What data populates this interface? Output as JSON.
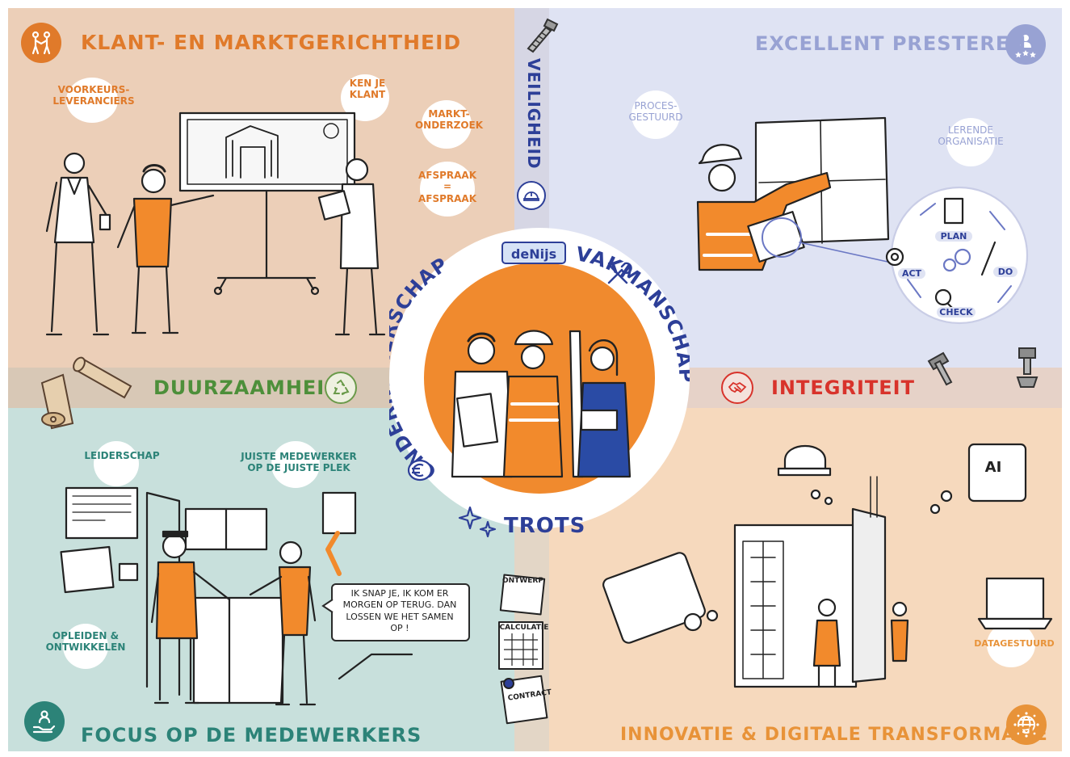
{
  "sections": {
    "klant": {
      "title": "KLANT- EN MARKTGERICHTHEID",
      "icon": "people-handshake-icon",
      "color": "#e07a2a"
    },
    "excellent": {
      "title": "EXCELLENT PRESTEREN",
      "icon": "award-stars-icon",
      "color": "#98a2d3"
    },
    "focus": {
      "title": "FOCUS OP DE MEDEWERKERS",
      "icon": "hand-person-icon",
      "color": "#2c8378"
    },
    "innovatie": {
      "title": "INNOVATIE & DIGITALE TRANSFORMATIE",
      "icon": "globe-network-icon",
      "color": "#e89339"
    }
  },
  "dividers": {
    "veiligheid": {
      "title": "VEILIGHEID",
      "icon": "helmet-icon"
    },
    "duurzaamheid": {
      "title": "DUURZAAMHEID",
      "icon": "recycle-icon"
    },
    "integriteit": {
      "title": "INTEGRITEIT",
      "icon": "handshake-icon"
    }
  },
  "center": {
    "logo": "deNijs",
    "values": [
      "ONDERNEMERSCHAP",
      "VAKMANSCHAP",
      "TROTS"
    ]
  },
  "labels": {
    "voorkeurs": "VOORKEURS-\nLEVERANCIERS",
    "kenje": "KEN JE\nKLANT",
    "markt": "MARKT-\nONDERZOEK",
    "afspraak": "AFSPRAAK\n=\nAFSPRAAK",
    "proces": "PROCES-\nGESTUURD",
    "lerende": "LERENDE\nORGANISATIE",
    "leiderschap": "LEIDERSCHAP",
    "juiste": "JUISTE MEDEWERKER\nOP DE JUISTE PLEK",
    "opleiden": "OPLEIDEN &\nONTWIKKELEN",
    "datagestuurd": "DATAGESTUURD",
    "speech": "IK SNAP JE, IK KOM ER MORGEN OP TERUG. DAN LOSSEN WE HET SAMEN OP !"
  },
  "pdca": [
    "PLAN",
    "DO",
    "CHECK",
    "ACT"
  ],
  "documents": [
    "ONTWERP",
    "CALCULATIE",
    "CONTRACT"
  ],
  "tablet_text": "AI"
}
